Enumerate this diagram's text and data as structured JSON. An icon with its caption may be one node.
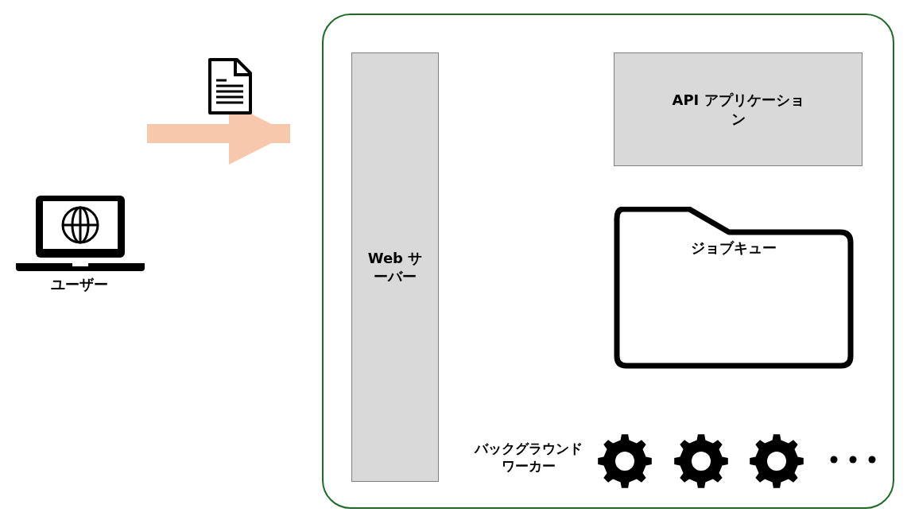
{
  "diagram": {
    "nodes": [
      {
        "text": [],
        "shape": "box"
      },
      {
        "text": [
          "Web サーバー"
        ],
        "in": 0
      },
      {
        "text": [
          "API アプリケーション"
        ],
        "in": 0
      },
      {
        "text": [
          "ジョブキュー"
        ],
        "in": 0
      },
      {
        "text": [
          "ユーザー"
        ]
      }
    ],
    "edges": [
      {
        "from": null,
        "to": 1,
        "arrow": "to",
        "color": "#f8c8ad"
      }
    ],
    "labels": [
      "バックグラウンドワーカー"
    ]
  }
}
